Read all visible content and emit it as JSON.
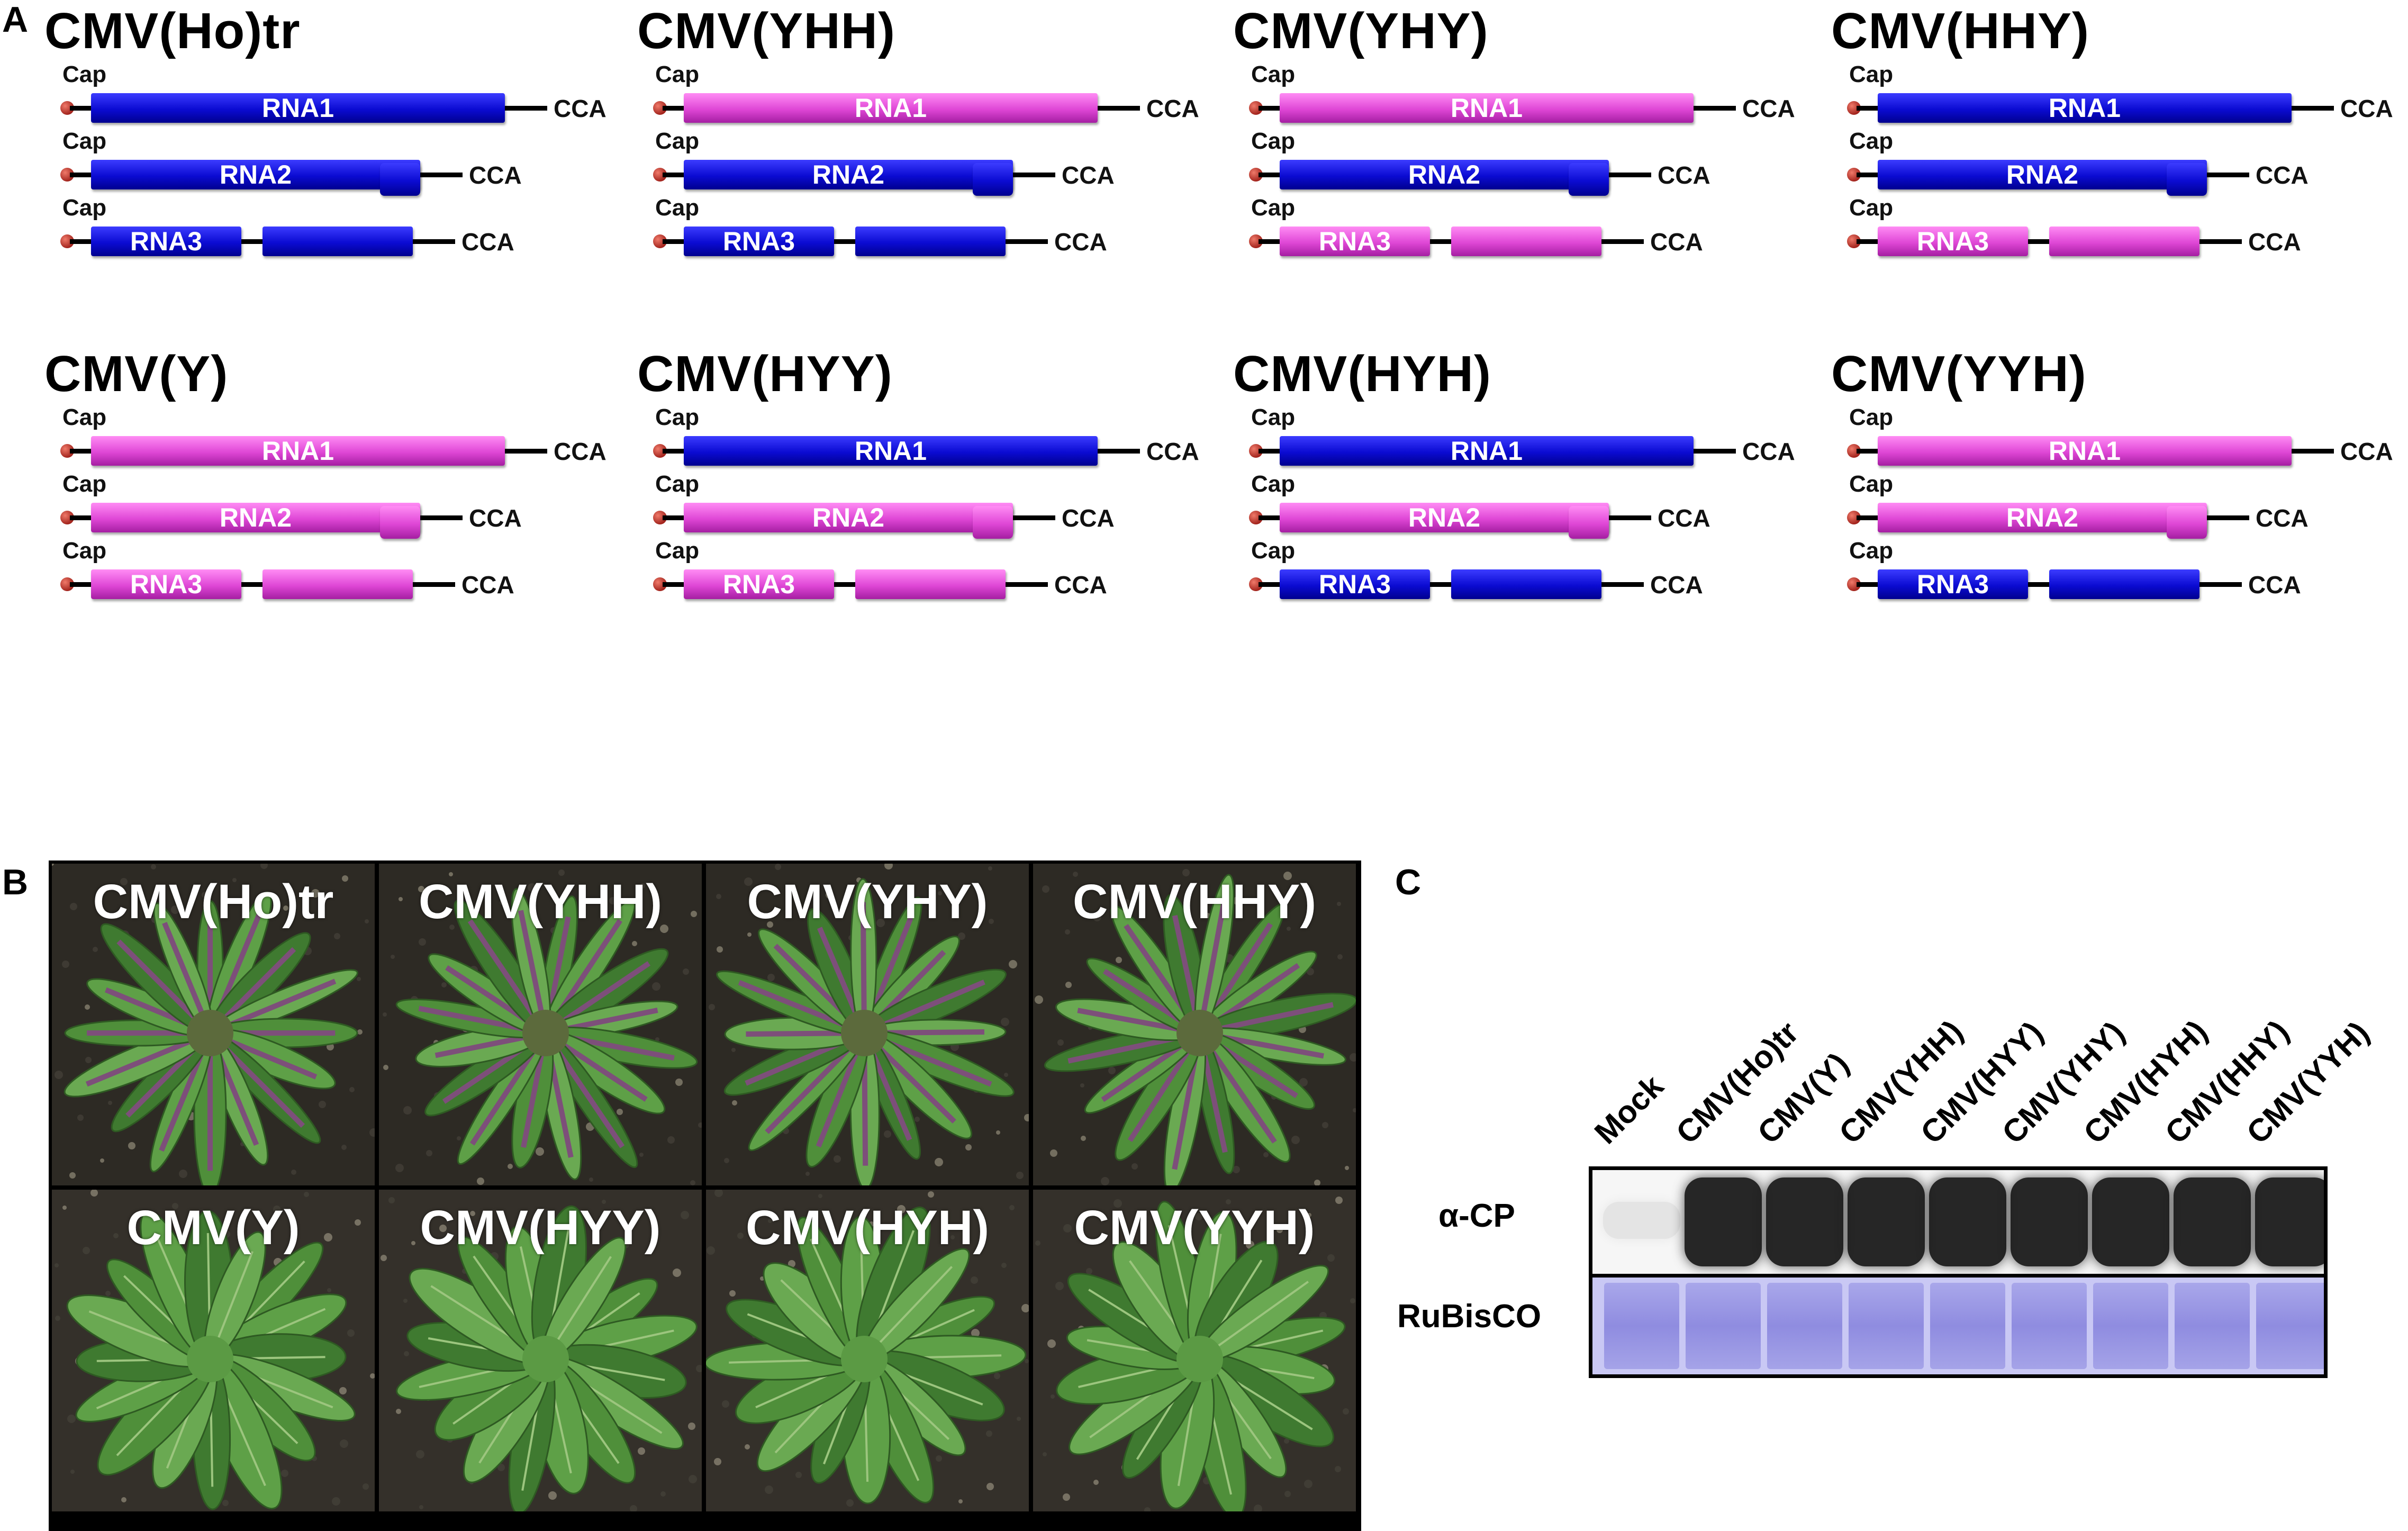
{
  "panel_letters": {
    "a": "A",
    "b": "B",
    "c": "C"
  },
  "panel_a": {
    "cap_label": "Cap",
    "end_label": "CCA",
    "constructs": [
      {
        "title": "CMV(Ho)tr",
        "segments": [
          {
            "name": "RNA1",
            "color": "blue"
          },
          {
            "name": "RNA2",
            "color": "blue"
          },
          {
            "name": "RNA3",
            "color": "blue"
          }
        ]
      },
      {
        "title": "CMV(YHH)",
        "segments": [
          {
            "name": "RNA1",
            "color": "pink"
          },
          {
            "name": "RNA2",
            "color": "blue"
          },
          {
            "name": "RNA3",
            "color": "blue"
          }
        ]
      },
      {
        "title": "CMV(YHY)",
        "segments": [
          {
            "name": "RNA1",
            "color": "pink"
          },
          {
            "name": "RNA2",
            "color": "blue"
          },
          {
            "name": "RNA3",
            "color": "pink"
          }
        ]
      },
      {
        "title": "CMV(HHY)",
        "segments": [
          {
            "name": "RNA1",
            "color": "blue"
          },
          {
            "name": "RNA2",
            "color": "blue"
          },
          {
            "name": "RNA3",
            "color": "pink"
          }
        ]
      },
      {
        "title": "CMV(Y)",
        "segments": [
          {
            "name": "RNA1",
            "color": "pink"
          },
          {
            "name": "RNA2",
            "color": "pink"
          },
          {
            "name": "RNA3",
            "color": "pink"
          }
        ]
      },
      {
        "title": "CMV(HYY)",
        "segments": [
          {
            "name": "RNA1",
            "color": "blue"
          },
          {
            "name": "RNA2",
            "color": "pink"
          },
          {
            "name": "RNA3",
            "color": "pink"
          }
        ]
      },
      {
        "title": "CMV(HYH)",
        "segments": [
          {
            "name": "RNA1",
            "color": "blue"
          },
          {
            "name": "RNA2",
            "color": "pink"
          },
          {
            "name": "RNA3",
            "color": "blue"
          }
        ]
      },
      {
        "title": "CMV(YYH)",
        "segments": [
          {
            "name": "RNA1",
            "color": "pink"
          },
          {
            "name": "RNA2",
            "color": "pink"
          },
          {
            "name": "RNA3",
            "color": "blue"
          }
        ]
      }
    ],
    "colors": {
      "blue": "#0b0bd2",
      "pink": "#df47d6"
    }
  },
  "panel_b": {
    "tiles": [
      {
        "label": "CMV(Ho)tr",
        "phenotype": "purple-veined"
      },
      {
        "label": "CMV(YHH)",
        "phenotype": "purple-veined"
      },
      {
        "label": "CMV(YHY)",
        "phenotype": "purple-veined"
      },
      {
        "label": "CMV(HHY)",
        "phenotype": "purple-veined"
      },
      {
        "label": "CMV(Y)",
        "phenotype": "green"
      },
      {
        "label": "CMV(HYY)",
        "phenotype": "green"
      },
      {
        "label": "CMV(HYH)",
        "phenotype": "green"
      },
      {
        "label": "CMV(YYH)",
        "phenotype": "green"
      }
    ]
  },
  "panel_c": {
    "lanes": [
      "Mock",
      "CMV(Ho)tr",
      "CMV(Y)",
      "CMV(YHH)",
      "CMV(HYY)",
      "CMV(YHY)",
      "CMV(HYH)",
      "CMV(HHY)",
      "CMV(YYH)"
    ],
    "rows": [
      {
        "label": "α-CP"
      },
      {
        "label": "RuBisCO"
      }
    ],
    "cp_signal": [
      0.08,
      1,
      1,
      1,
      1,
      1,
      1,
      1,
      1
    ]
  }
}
